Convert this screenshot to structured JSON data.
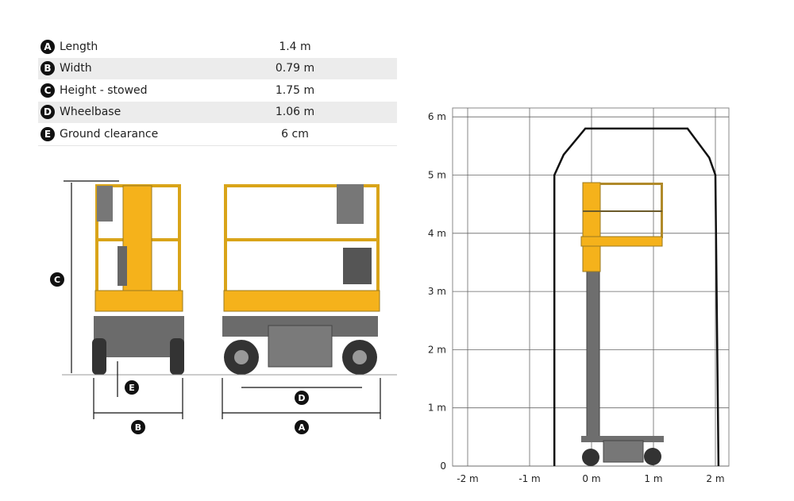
{
  "specs": [
    {
      "key": "A",
      "label": "Length",
      "value": "1.4 m"
    },
    {
      "key": "B",
      "label": "Width",
      "value": "0.79 m"
    },
    {
      "key": "C",
      "label": "Height - stowed",
      "value": "1.75 m"
    },
    {
      "key": "D",
      "label": "Wheelbase",
      "value": "1.06 m"
    },
    {
      "key": "E",
      "label": "Ground clearance",
      "value": "6 cm"
    }
  ],
  "dimension_markers": {
    "a": "A",
    "b": "B",
    "c": "C",
    "d": "D",
    "e": "E"
  },
  "colors": {
    "machine_yellow": "#f5b21b",
    "machine_gray": "#6e6e6e"
  },
  "chart_data": {
    "type": "diagram",
    "title": "Working envelope",
    "x_ticks": [
      "-2 m",
      "-1 m",
      "0 m",
      "1 m",
      "2 m"
    ],
    "y_ticks": [
      "0",
      "1 m",
      "2 m",
      "3 m",
      "4 m",
      "5 m",
      "6 m"
    ],
    "xlim": [
      -2.2,
      2.2
    ],
    "ylim": [
      0,
      6.15
    ],
    "envelope": [
      [
        -0.6,
        0
      ],
      [
        -0.6,
        5.0
      ],
      [
        -0.45,
        5.35
      ],
      [
        -0.1,
        5.8
      ],
      [
        1.55,
        5.8
      ],
      [
        1.9,
        5.3
      ],
      [
        2.0,
        5.0
      ],
      [
        2.05,
        0
      ]
    ],
    "platform_height_m": 3.75
  }
}
